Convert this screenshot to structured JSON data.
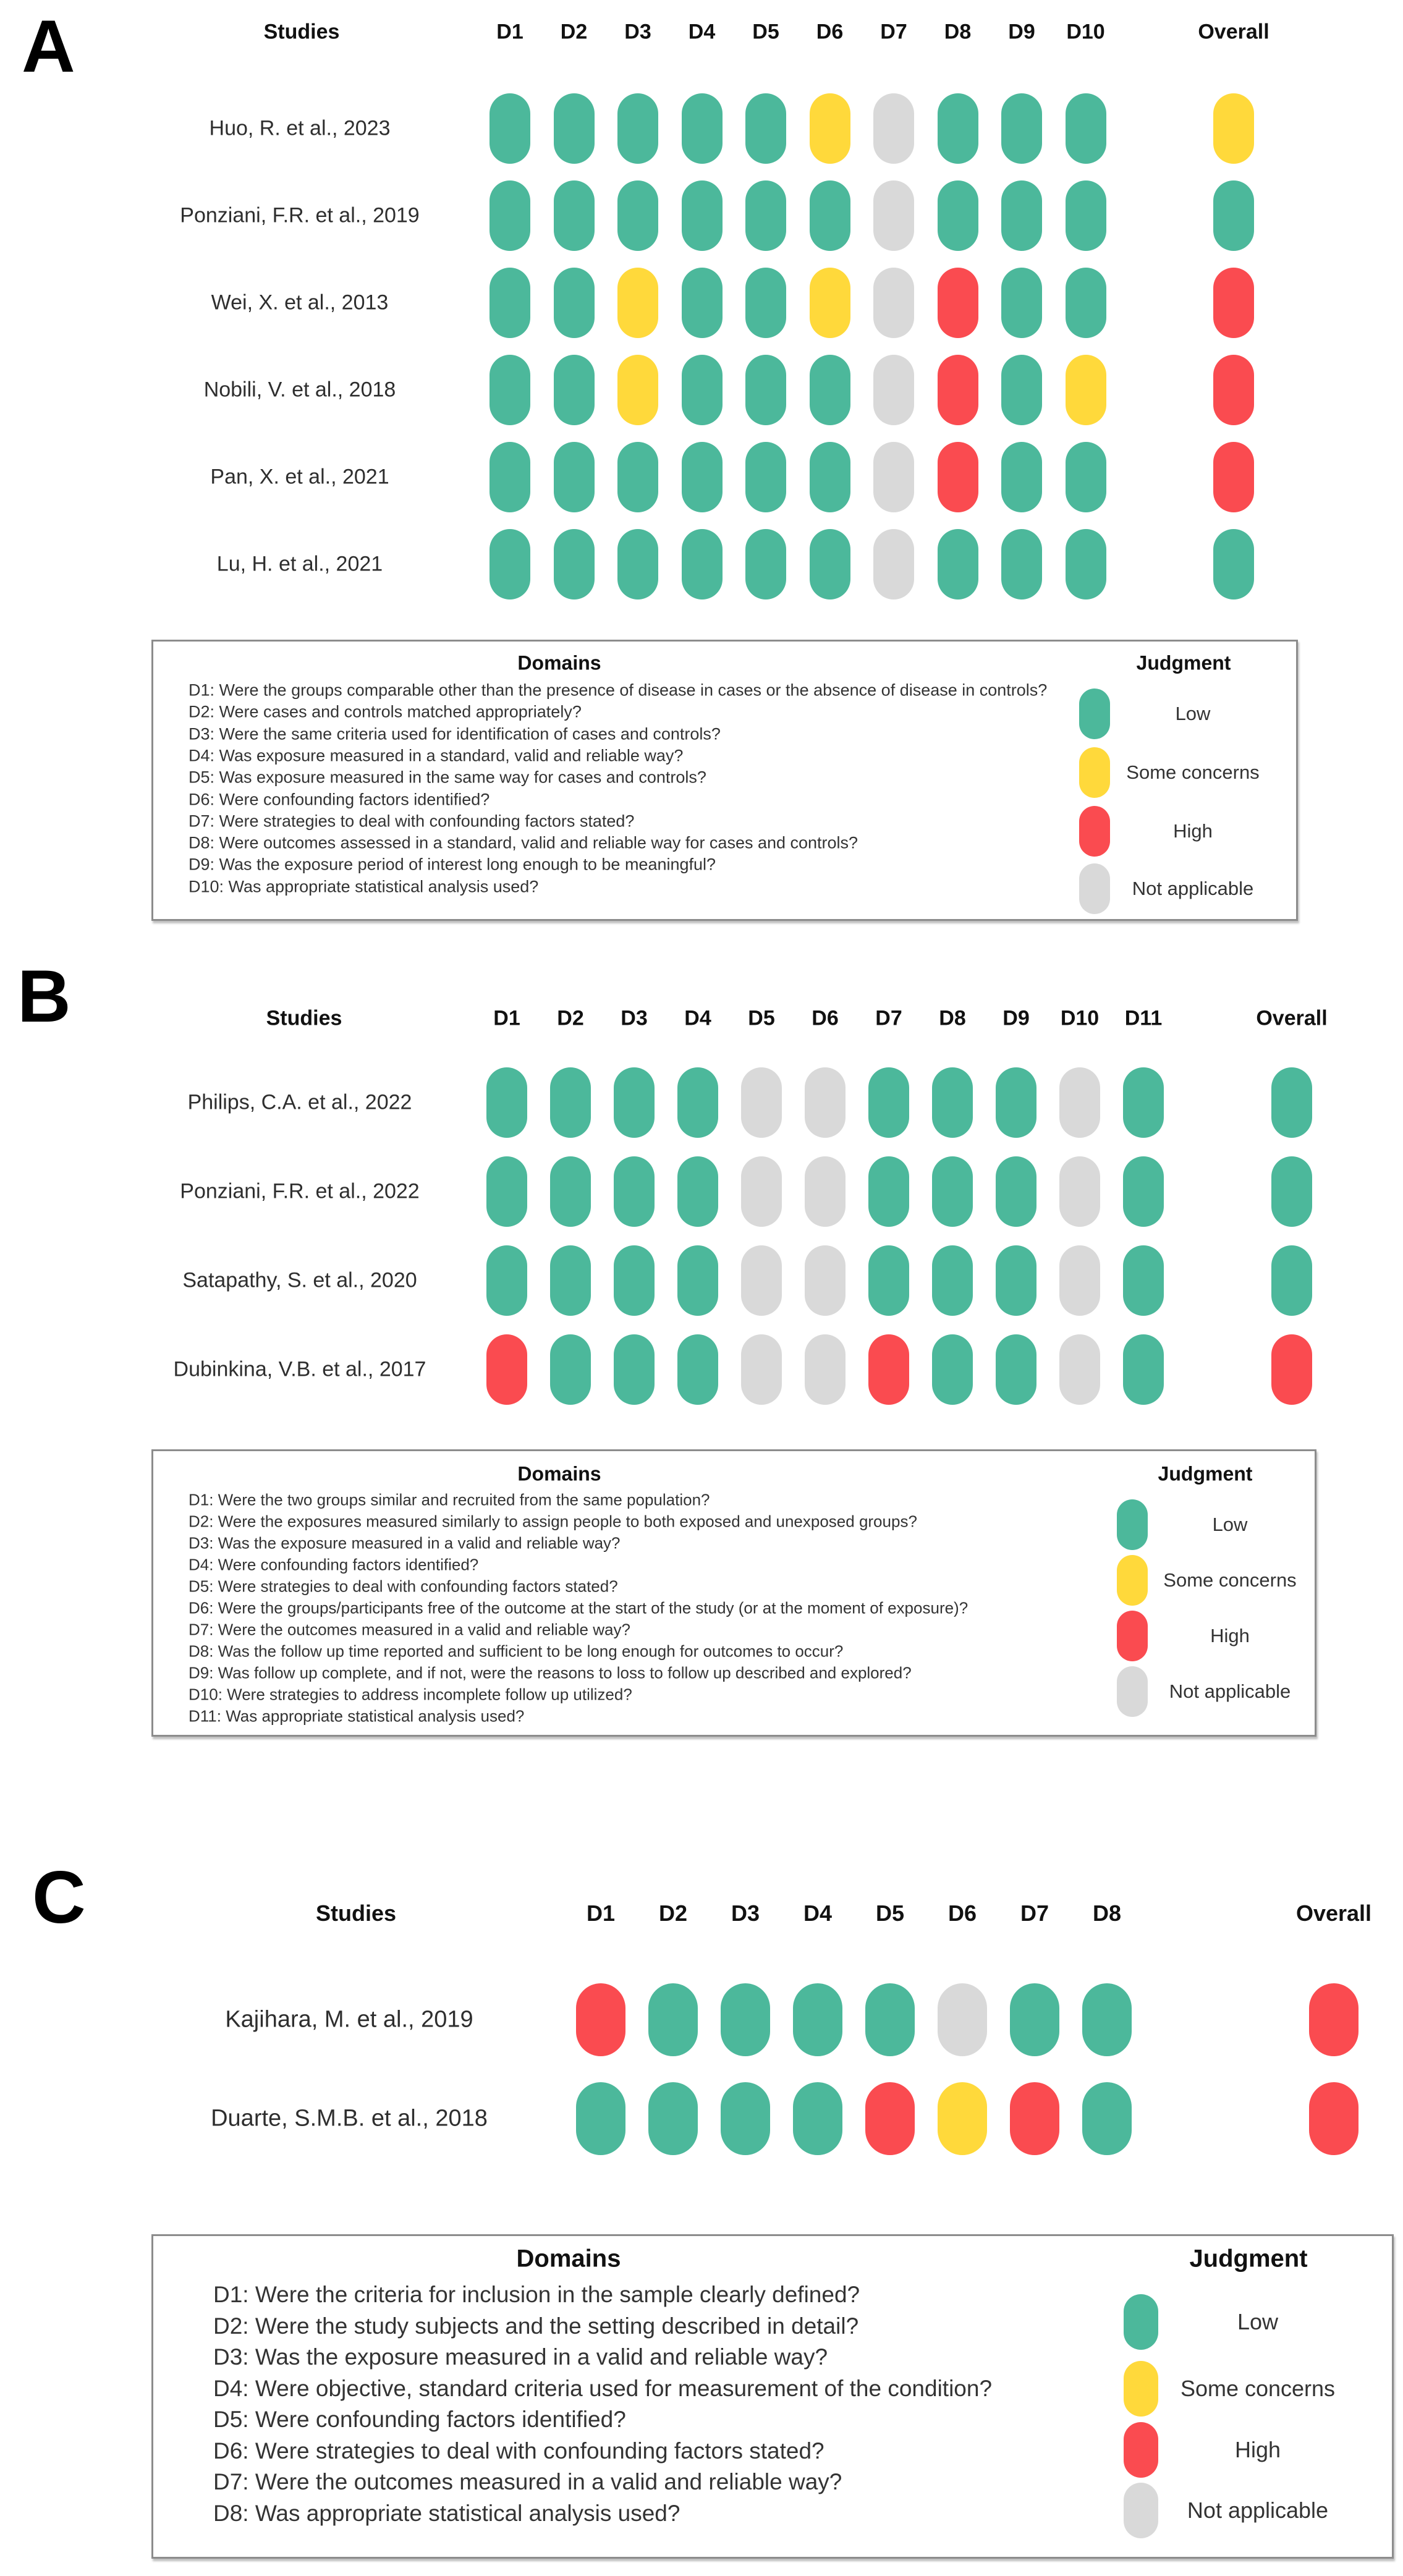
{
  "colors": {
    "low": "#4CB89B",
    "some_concerns": "#FFD93B",
    "high": "#FA4B50",
    "not_applicable": "#D9D9D9"
  },
  "judgment": {
    "title": "Judgment",
    "items": [
      {
        "label": "Low",
        "value": "low"
      },
      {
        "label": "Some concerns",
        "value": "some_concerns"
      },
      {
        "label": "High",
        "value": "high"
      },
      {
        "label": "Not applicable",
        "value": "not_applicable"
      }
    ]
  },
  "chart_data": [
    {
      "type": "traffic_light_matrix",
      "panel_label": "A",
      "studies_label": "Studies",
      "overall_label": "Overall",
      "domains_title": "Domains",
      "columns": [
        "D1",
        "D2",
        "D3",
        "D4",
        "D5",
        "D6",
        "D7",
        "D8",
        "D9",
        "D10"
      ],
      "rows": [
        {
          "study": "Huo, R. et al., 2023",
          "judgments": [
            "low",
            "low",
            "low",
            "low",
            "low",
            "some_concerns",
            "not_applicable",
            "low",
            "low",
            "low"
          ],
          "overall": "some_concerns"
        },
        {
          "study": "Ponziani, F.R. et al., 2019",
          "judgments": [
            "low",
            "low",
            "low",
            "low",
            "low",
            "low",
            "not_applicable",
            "low",
            "low",
            "low"
          ],
          "overall": "low"
        },
        {
          "study": "Wei, X. et al., 2013",
          "judgments": [
            "low",
            "low",
            "some_concerns",
            "low",
            "low",
            "some_concerns",
            "not_applicable",
            "high",
            "low",
            "low"
          ],
          "overall": "high"
        },
        {
          "study": "Nobili, V. et al., 2018",
          "judgments": [
            "low",
            "low",
            "some_concerns",
            "low",
            "low",
            "low",
            "not_applicable",
            "high",
            "low",
            "some_concerns"
          ],
          "overall": "high"
        },
        {
          "study": "Pan, X. et al., 2021",
          "judgments": [
            "low",
            "low",
            "low",
            "low",
            "low",
            "low",
            "not_applicable",
            "high",
            "low",
            "low"
          ],
          "overall": "high"
        },
        {
          "study": "Lu, H. et al., 2021",
          "judgments": [
            "low",
            "low",
            "low",
            "low",
            "low",
            "low",
            "not_applicable",
            "low",
            "low",
            "low"
          ],
          "overall": "low"
        }
      ],
      "domain_descriptions": [
        "D1: Were the groups comparable other than the presence of disease in cases or the absence of disease in controls?",
        "D2: Were cases and controls matched appropriately?",
        "D3: Were the same criteria used for identification of cases and controls?",
        "D4: Was exposure measured in a standard, valid and reliable way?",
        "D5: Was exposure measured in the same way for cases and controls?",
        "D6: Were confounding factors identified?",
        "D7: Were strategies to deal with confounding factors stated?",
        "D8: Were outcomes assessed in a standard, valid and reliable way for cases and controls?",
        "D9: Was the exposure period of interest long enough to be meaningful?",
        "D10: Was appropriate statistical analysis used?"
      ]
    },
    {
      "type": "traffic_light_matrix",
      "panel_label": "B",
      "studies_label": "Studies",
      "overall_label": "Overall",
      "domains_title": "Domains",
      "columns": [
        "D1",
        "D2",
        "D3",
        "D4",
        "D5",
        "D6",
        "D7",
        "D8",
        "D9",
        "D10",
        "D11"
      ],
      "rows": [
        {
          "study": "Philips, C.A. et al., 2022",
          "judgments": [
            "low",
            "low",
            "low",
            "low",
            "not_applicable",
            "not_applicable",
            "low",
            "low",
            "low",
            "not_applicable",
            "low"
          ],
          "overall": "low"
        },
        {
          "study": "Ponziani, F.R. et al., 2022",
          "judgments": [
            "low",
            "low",
            "low",
            "low",
            "not_applicable",
            "not_applicable",
            "low",
            "low",
            "low",
            "not_applicable",
            "low"
          ],
          "overall": "low"
        },
        {
          "study": "Satapathy, S. et al., 2020",
          "judgments": [
            "low",
            "low",
            "low",
            "low",
            "not_applicable",
            "not_applicable",
            "low",
            "low",
            "low",
            "not_applicable",
            "low"
          ],
          "overall": "low"
        },
        {
          "study": "Dubinkina, V.B. et al., 2017",
          "judgments": [
            "high",
            "low",
            "low",
            "low",
            "not_applicable",
            "not_applicable",
            "high",
            "low",
            "low",
            "not_applicable",
            "low"
          ],
          "overall": "high"
        }
      ],
      "domain_descriptions": [
        "D1: Were the two groups similar and recruited from the same population?",
        "D2: Were the exposures measured similarly to assign people to both exposed and unexposed groups?",
        "D3: Was the exposure measured in a valid and reliable way?",
        "D4: Were confounding factors identified?",
        "D5: Were strategies to deal with confounding factors stated?",
        "D6: Were the groups/participants free of the outcome at the start of the study (or at the moment of exposure)?",
        "D7: Were the outcomes measured in a valid and reliable way?",
        "D8: Was the follow up time reported and sufficient to be long enough for outcomes to occur?",
        "D9: Was follow up complete, and if not, were the reasons to loss to follow up described and explored?",
        "D10: Were strategies to address incomplete follow up utilized?",
        "D11: Was appropriate statistical analysis used?"
      ]
    },
    {
      "type": "traffic_light_matrix",
      "panel_label": "C",
      "studies_label": "Studies",
      "overall_label": "Overall",
      "domains_title": "Domains",
      "columns": [
        "D1",
        "D2",
        "D3",
        "D4",
        "D5",
        "D6",
        "D7",
        "D8"
      ],
      "rows": [
        {
          "study": "Kajihara, M. et al., 2019",
          "judgments": [
            "high",
            "low",
            "low",
            "low",
            "low",
            "not_applicable",
            "low",
            "low"
          ],
          "overall": "high"
        },
        {
          "study": "Duarte, S.M.B. et al., 2018",
          "judgments": [
            "low",
            "low",
            "low",
            "low",
            "high",
            "some_concerns",
            "high",
            "low"
          ],
          "overall": "high"
        }
      ],
      "domain_descriptions": [
        "D1: Were the criteria for inclusion in the sample clearly defined?",
        "D2: Were the study subjects and the setting described in detail?",
        "D3: Was the exposure measured in a valid and reliable way?",
        "D4: Were objective, standard criteria used for measurement of the condition?",
        "D5: Were confounding factors identified?",
        "D6: Were strategies to deal with confounding factors stated?",
        "D7: Were the outcomes measured in a valid and reliable way?",
        "D8: Was appropriate statistical analysis used?"
      ]
    }
  ]
}
